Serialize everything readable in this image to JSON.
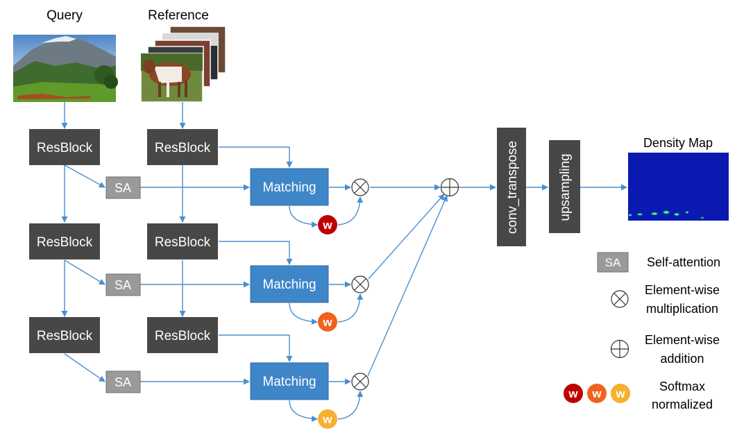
{
  "labels": {
    "query": "Query",
    "reference": "Reference",
    "density_map": "Density Map"
  },
  "blocks": {
    "resblock": "ResBlock",
    "sa": "SA",
    "matching": "Matching",
    "weight": "w",
    "conv_transpose": "conv_transpose",
    "upsampling": "upsampling"
  },
  "legend": {
    "sa_key": "SA",
    "sa_desc": "Self-attention",
    "mult_line1": "Element-wise",
    "mult_line2": "multiplication",
    "add_line1": "Element-wise",
    "add_line2": "addition",
    "softmax_line1": "Softmax",
    "softmax_line2": "normalized"
  },
  "colors": {
    "resblock": "#474747",
    "sa": "#9a9a9a",
    "matching": "#3f86c9",
    "arrow": "#4a8fd0",
    "weight_1": "#c00000",
    "weight_2": "#f0621e",
    "weight_3": "#f5b02e",
    "density_bg": "#0a1ab0"
  }
}
